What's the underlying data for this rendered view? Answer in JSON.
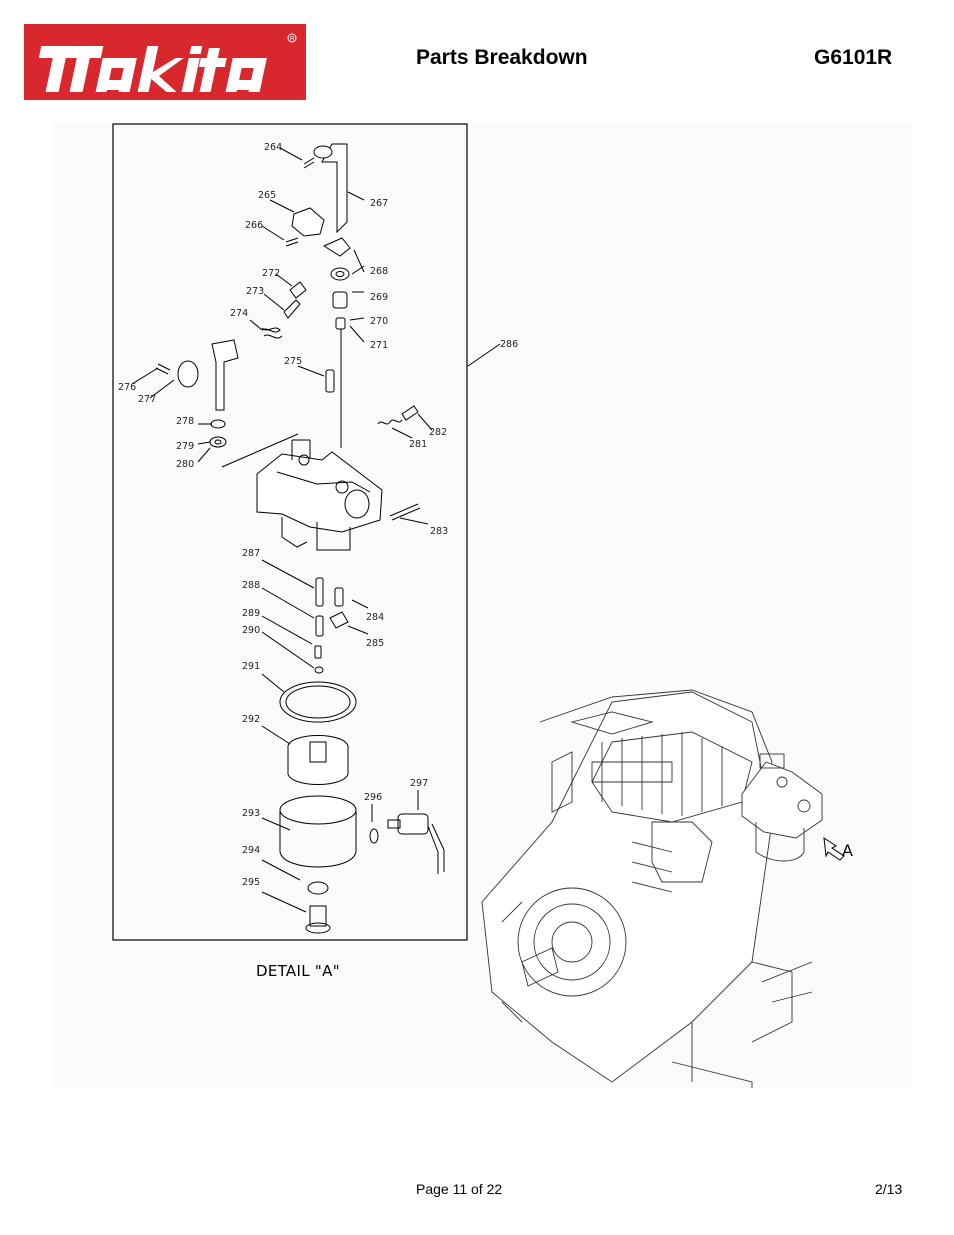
{
  "header": {
    "brand": "makita",
    "title": "Parts Breakdown",
    "model": "G6101R",
    "brand_color": "#d9272e"
  },
  "diagram": {
    "detail_label": "DETAIL \"A\"",
    "view_arrow_label": "A",
    "callouts": [
      "264",
      "265",
      "266",
      "267",
      "268",
      "269",
      "270",
      "271",
      "272",
      "273",
      "274",
      "275",
      "276",
      "277",
      "278",
      "279",
      "280",
      "281",
      "282",
      "283",
      "284",
      "285",
      "286",
      "287",
      "288",
      "289",
      "290",
      "291",
      "292",
      "293",
      "294",
      "295",
      "296",
      "297"
    ]
  },
  "footer": {
    "page": "Page 11 of 22",
    "date": "2/13"
  }
}
